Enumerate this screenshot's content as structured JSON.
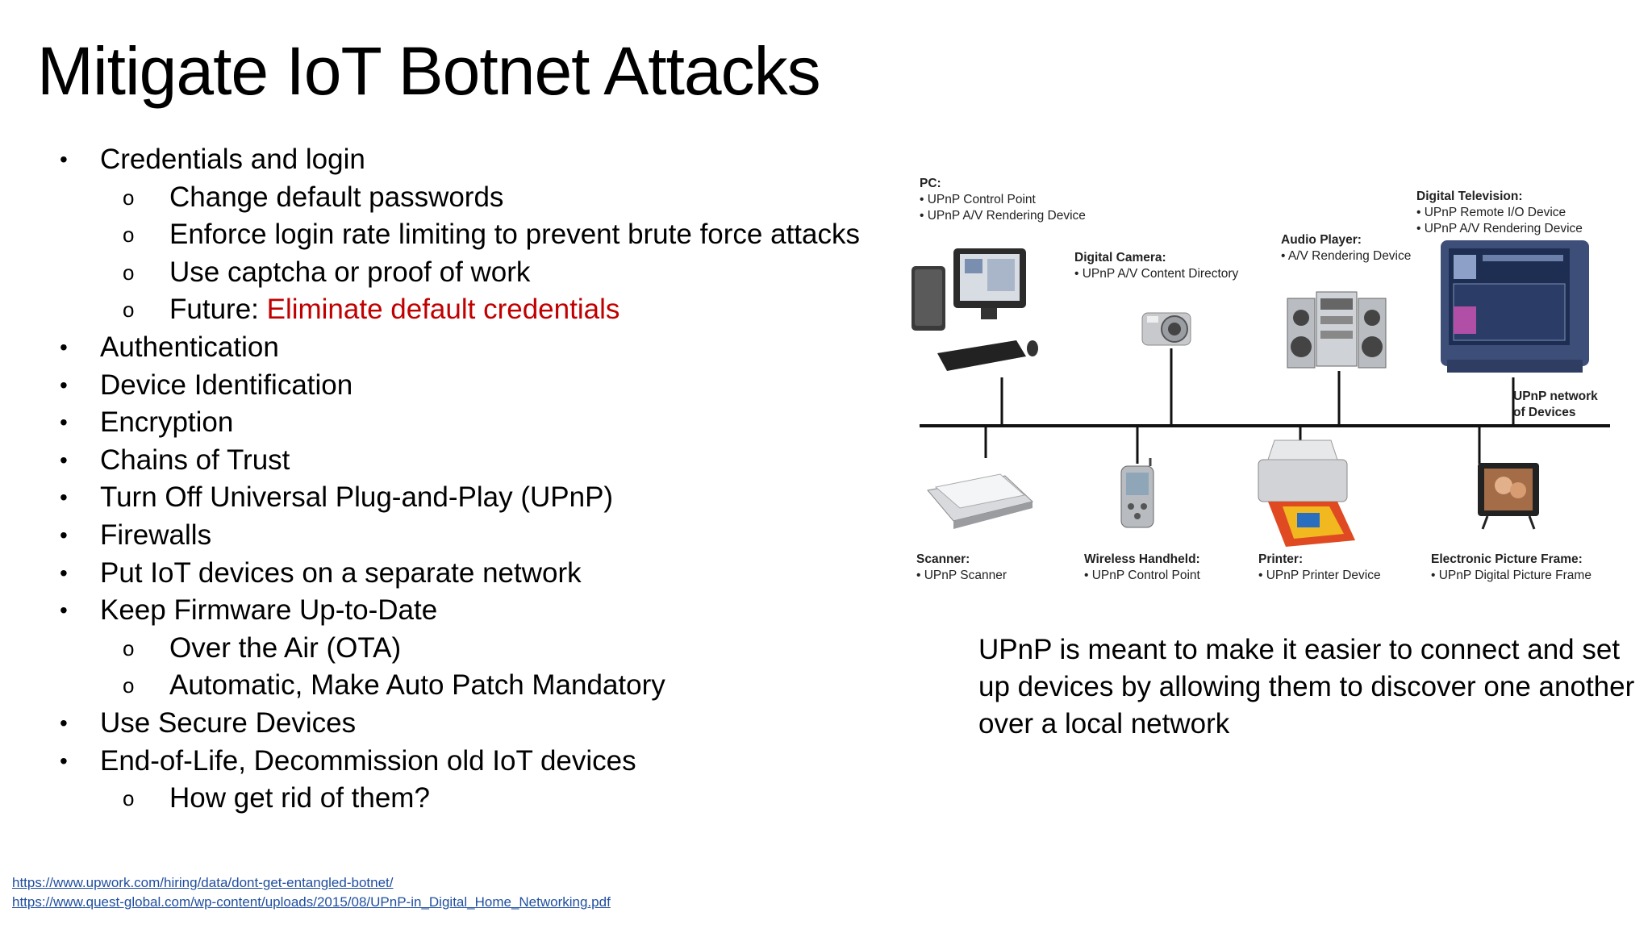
{
  "title": "Mitigate IoT Botnet Attacks",
  "bullets": [
    {
      "level": 1,
      "text": "Credentials and login"
    },
    {
      "level": 2,
      "text": "Change default passwords"
    },
    {
      "level": 2,
      "text": "Enforce login rate limiting to prevent brute force attacks"
    },
    {
      "level": 2,
      "text": "Use captcha or proof of work"
    },
    {
      "level": 2,
      "prefix": "Future: ",
      "highlight": "Eliminate default credentials"
    },
    {
      "level": 1,
      "text": "Authentication"
    },
    {
      "level": 1,
      "text": "Device Identification"
    },
    {
      "level": 1,
      "text": "Encryption"
    },
    {
      "level": 1,
      "text": "Chains of Trust"
    },
    {
      "level": 1,
      "text": "Turn Off Universal Plug-and-Play (UPnP)"
    },
    {
      "level": 1,
      "text": "Firewalls"
    },
    {
      "level": 1,
      "text": "Put IoT devices on a separate network"
    },
    {
      "level": 1,
      "text": "Keep Firmware Up-to-Date"
    },
    {
      "level": 2,
      "text": "Over the Air (OTA)"
    },
    {
      "level": 2,
      "text": "Automatic, Make Auto Patch Mandatory"
    },
    {
      "level": 1,
      "text": "Use Secure Devices"
    },
    {
      "level": 1,
      "text": "End-of-Life, Decommission old IoT devices"
    },
    {
      "level": 2,
      "text": "How get rid of them?"
    }
  ],
  "bullet_marks": {
    "level1": "•",
    "level2": "o"
  },
  "diagram": {
    "pc": {
      "title": "PC:",
      "lines": [
        "• UPnP Control Point",
        "• UPnP A/V Rendering Device"
      ]
    },
    "camera": {
      "title": "Digital Camera:",
      "lines": [
        "• UPnP A/V Content Directory"
      ]
    },
    "audio": {
      "title": "Audio Player:",
      "lines": [
        "• A/V Rendering Device"
      ]
    },
    "tv": {
      "title": "Digital Television:",
      "lines": [
        "• UPnP Remote I/O Device",
        "• UPnP A/V Rendering Device"
      ]
    },
    "network": {
      "lines": [
        "UPnP network",
        "of Devices"
      ]
    },
    "scanner": {
      "title": "Scanner:",
      "lines": [
        "• UPnP Scanner"
      ]
    },
    "handheld": {
      "title": "Wireless Handheld:",
      "lines": [
        "• UPnP Control Point"
      ]
    },
    "printer": {
      "title": "Printer:",
      "lines": [
        "• UPnP Printer Device"
      ]
    },
    "frame": {
      "title": "Electronic Picture Frame:",
      "lines": [
        "• UPnP Digital Picture Frame"
      ]
    }
  },
  "description": "UPnP is meant to make it easier to connect and set up devices by allowing them to discover one another over a local network",
  "links": [
    "https://www.upwork.com/hiring/data/dont-get-entangled-botnet/",
    "https://www.quest-global.com/wp-content/uploads/2015/08/UPnP-in_Digital_Home_Networking.pdf"
  ],
  "colors": {
    "highlight": "#C00000",
    "link": "#1F4E9E"
  }
}
